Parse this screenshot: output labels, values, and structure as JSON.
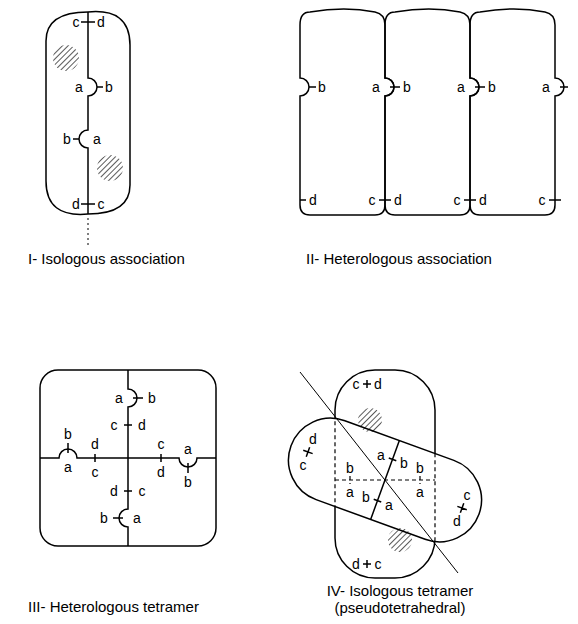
{
  "diagram": {
    "labels": [
      "c",
      "d",
      "a",
      "b",
      "b",
      "a",
      "d",
      "c",
      "I- Isologous association",
      "b",
      "a",
      "b",
      "a",
      "b",
      "a",
      "d",
      "c",
      "d",
      "c",
      "d",
      "c",
      "II- Heterologous association",
      "a",
      "b",
      "c",
      "d",
      "a",
      "b",
      "c",
      "d",
      "a",
      "b",
      "c",
      "d",
      "a",
      "b",
      "c",
      "d",
      "III- Heterologous tetramer",
      "c",
      "d",
      "d",
      "c",
      "a",
      "b",
      "b",
      "a",
      "c",
      "d",
      "b",
      "a",
      "b",
      "a",
      "d",
      "c",
      "IV- Isologous tetramer (pseudotetrahedral)"
    ]
  }
}
